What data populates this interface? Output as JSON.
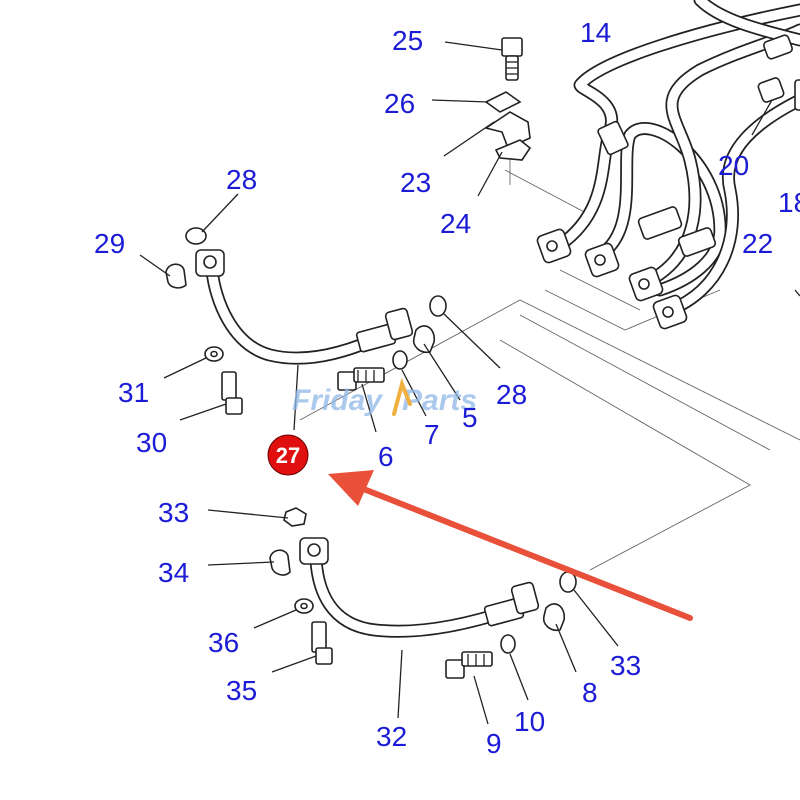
{
  "diagram": {
    "part_numbers": [
      "25",
      "26",
      "23",
      "24",
      "14",
      "20",
      "18",
      "22",
      "28",
      "29",
      "31",
      "30",
      "27",
      "6",
      "7",
      "5",
      "28",
      "33",
      "34",
      "36",
      "35",
      "32",
      "9",
      "10",
      "8",
      "33"
    ],
    "highlighted": "27",
    "highlight_color": "#e01010",
    "arrow_color": "#e8503a",
    "label_color": "#1c1cd6"
  },
  "watermark": {
    "text_a": "Friday",
    "text_b": "Parts"
  }
}
